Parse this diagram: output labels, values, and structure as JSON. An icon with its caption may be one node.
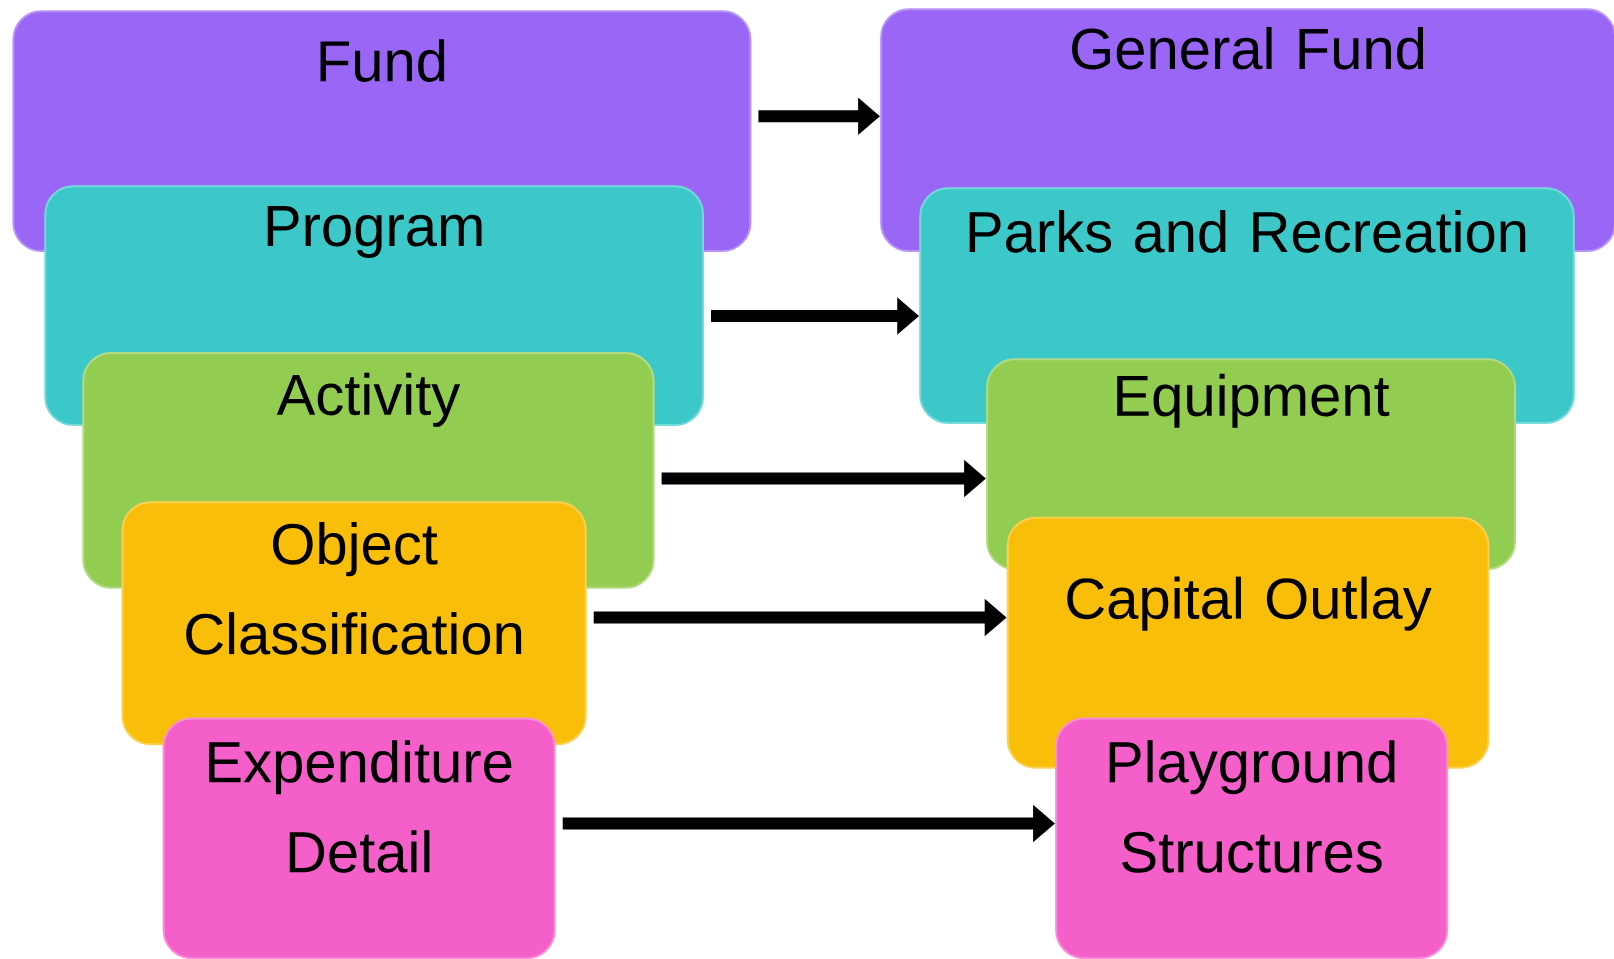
{
  "diagram": {
    "nodes": [
      {
        "text": [
          "Fund"
        ]
      },
      {
        "text": [
          "Program"
        ]
      },
      {
        "text": [
          "Activity"
        ]
      },
      {
        "text": [
          "Object Classification"
        ]
      },
      {
        "text": [
          "Expenditure Detail"
        ]
      },
      {
        "text": [
          "General Fund"
        ]
      },
      {
        "text": [
          "Parks and Recreation"
        ]
      },
      {
        "text": [
          "Equipment"
        ]
      },
      {
        "text": [
          "Capital Outlay"
        ]
      },
      {
        "text": [
          "Playground Structures"
        ]
      }
    ],
    "edges": [
      {
        "from": 0,
        "to": 5,
        "arrow": "to"
      },
      {
        "from": 1,
        "to": 6,
        "arrow": "to"
      },
      {
        "from": 2,
        "to": 7,
        "arrow": "to"
      },
      {
        "from": 3,
        "to": 8,
        "arrow": "to"
      },
      {
        "from": 4,
        "to": 9,
        "arrow": "to"
      }
    ]
  }
}
